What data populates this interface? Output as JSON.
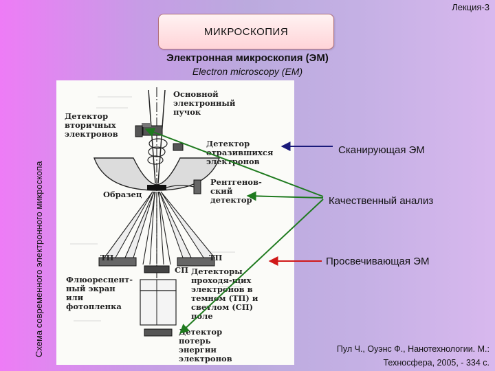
{
  "header": {
    "lecture_label": "Лекция-3",
    "title": "МИКРОСКОПИЯ",
    "subtitle_ru": "Электронная микроскопия (ЭМ)",
    "subtitle_en": "Electron microscopy (EM)"
  },
  "side_caption": "Схема современного электронного микроскопа",
  "diagram": {
    "beam": "Основной электронный пучок",
    "secondary_detector": "Детектор вторичных электронов",
    "reflected_detector": "Детектор отразившихся электронов",
    "xray_detector": "Рентгенов-ский детектор",
    "sample": "Образец",
    "tp_left": "ТП",
    "tp_right": "ТП",
    "sp": "СП",
    "transmitted_detectors": "Детекторы проходя-щих электронов в темном (ТП) и светлом (СП) поле",
    "screen": "Флюоресцент-ный экран или фотопленка",
    "energy_loss_detector": "Детектор потерь энергии электронов"
  },
  "annotations": [
    {
      "label": "Сканирующая ЭМ",
      "arrow_color": "#1a1a7a"
    },
    {
      "label": "Качественный анализ",
      "arrow_color": "#1e7a1e"
    },
    {
      "label": "Просвечивающая ЭМ",
      "arrow_color": "#d01818"
    }
  ],
  "citation": {
    "line1": "Пул Ч., Оуэнс Ф., Нанотехнологии. М.:",
    "line2": "Техносфера, 2005, - 334 с."
  }
}
